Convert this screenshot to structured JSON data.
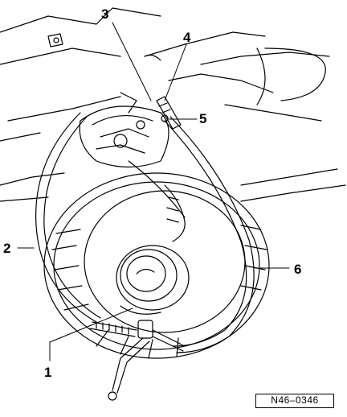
{
  "callouts": [
    {
      "id": "1",
      "label": "1"
    },
    {
      "id": "2",
      "label": "2"
    },
    {
      "id": "3",
      "label": "3"
    },
    {
      "id": "4",
      "label": "4"
    },
    {
      "id": "5",
      "label": "5"
    },
    {
      "id": "6",
      "label": "6"
    }
  ],
  "reference_code": "N46–0346"
}
